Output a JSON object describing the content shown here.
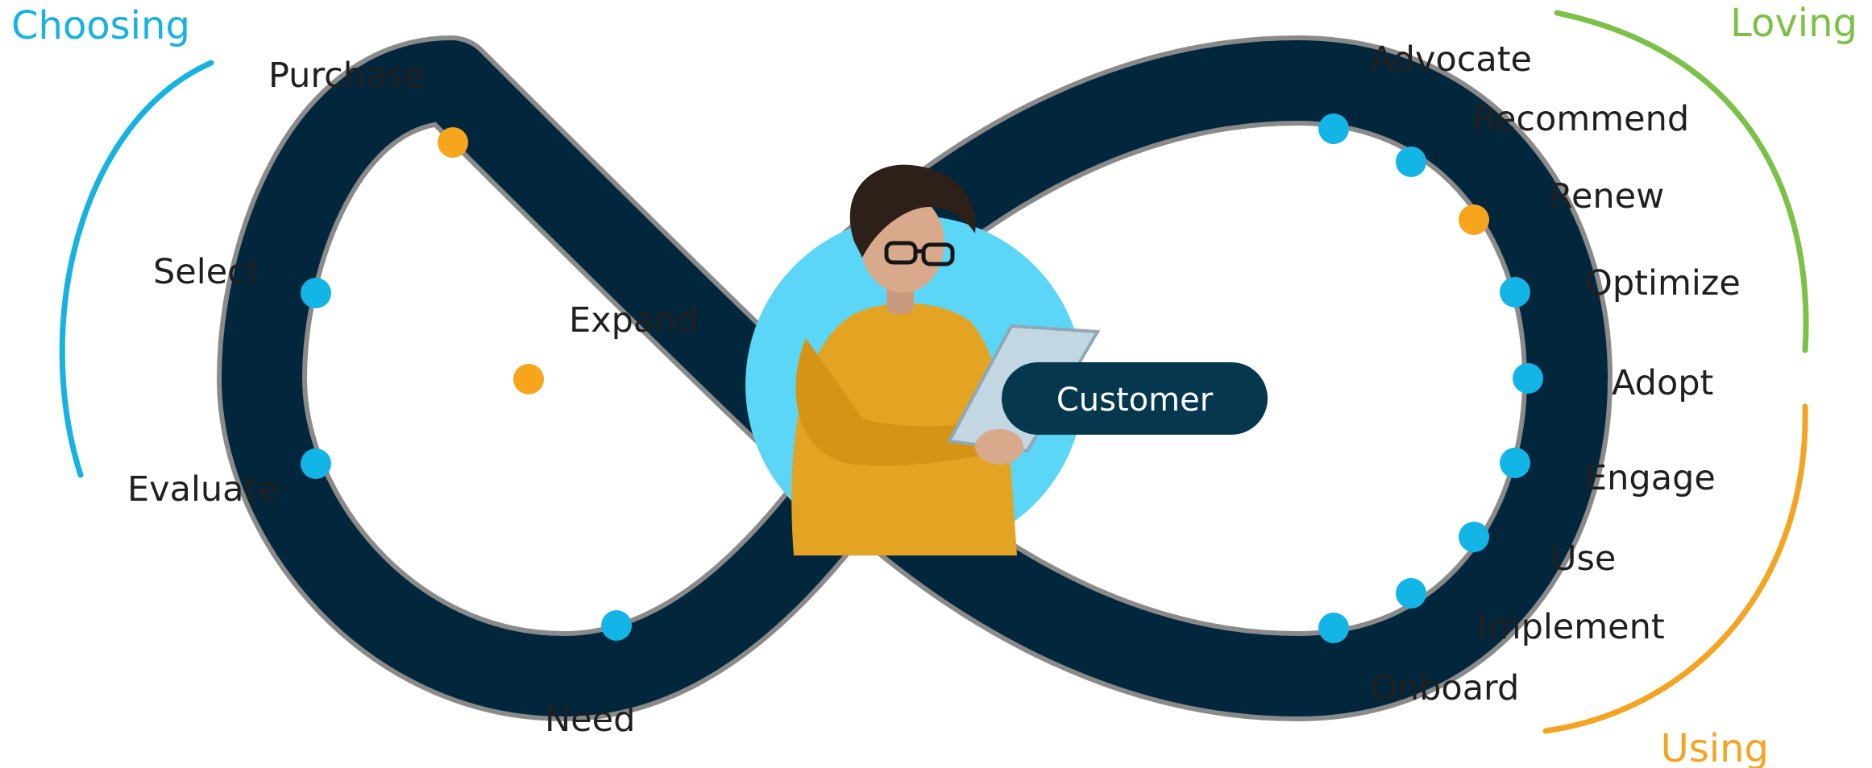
{
  "colors": {
    "track": "#02263c",
    "track_border": "#8a8a8a",
    "blue_dot": "#13b4e6",
    "orange_dot": "#f6a51c",
    "choosing": "#16b2e2",
    "loving": "#7cc048",
    "using": "#f4a422",
    "circle_bg": "#5cd6f7",
    "badge_bg": "#05384f"
  },
  "phases": {
    "choosing": "Choosing",
    "loving": "Loving",
    "using": "Using"
  },
  "badge": {
    "label": "Customer"
  },
  "labels": {
    "purchase": "Purchase",
    "select": "Select",
    "evaluate": "Evaluate",
    "need": "Need",
    "expand": "Expand",
    "advocate": "Advocate",
    "recommend": "Recommend",
    "renew": "Renew",
    "optimize": "Optimize",
    "adopt": "Adopt",
    "engage": "Engage",
    "use": "Use",
    "implement": "Implement",
    "onboard": "Onboard"
  }
}
